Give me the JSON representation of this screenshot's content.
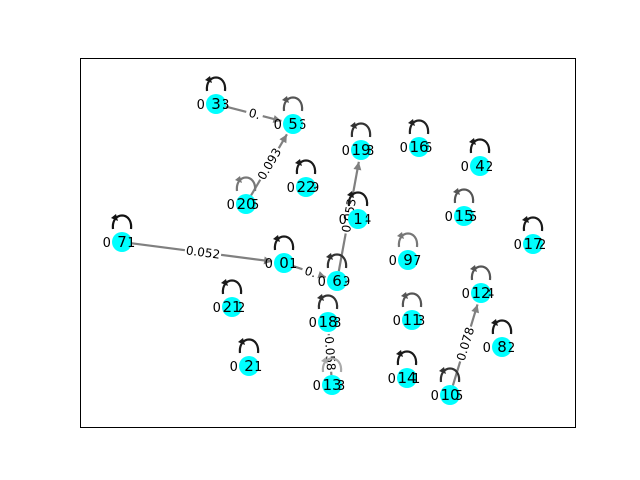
{
  "colors": {
    "node": "#00ffff",
    "edge": "#808080",
    "frame": "#000000",
    "background": "#ffffff"
  },
  "graph": {
    "nodes": [
      {
        "id": "0",
        "label": "0.1"
      },
      {
        "id": "1",
        "label": "0.4"
      },
      {
        "id": "2",
        "label": "0.1"
      },
      {
        "id": "3",
        "label": "0.8"
      },
      {
        "id": "4",
        "label": "0.2"
      },
      {
        "id": "5",
        "label": "0.6"
      },
      {
        "id": "6",
        "label": "0.9"
      },
      {
        "id": "7",
        "label": "0.1"
      },
      {
        "id": "8",
        "label": "0.2"
      },
      {
        "id": "9",
        "label": "0.7"
      },
      {
        "id": "10",
        "label": "0.5"
      },
      {
        "id": "11",
        "label": "0.3"
      },
      {
        "id": "12",
        "label": "0.4"
      },
      {
        "id": "13",
        "label": "0.3"
      },
      {
        "id": "14",
        "label": "0.1"
      },
      {
        "id": "15",
        "label": "0.5"
      },
      {
        "id": "16",
        "label": "0.6"
      },
      {
        "id": "17",
        "label": "0.2"
      },
      {
        "id": "18",
        "label": "0.8"
      },
      {
        "id": "19",
        "label": "0.8"
      },
      {
        "id": "20",
        "label": "0.5"
      },
      {
        "id": "21",
        "label": "0.2"
      },
      {
        "id": "22",
        "label": "0.9"
      }
    ],
    "edges": [
      {
        "source": "7",
        "target": "0",
        "label": "0.052"
      },
      {
        "source": "3",
        "target": "5",
        "label": "0."
      },
      {
        "source": "20",
        "target": "5",
        "label": "0.093"
      },
      {
        "source": "6",
        "target": "19",
        "label": "0.053"
      },
      {
        "source": "13",
        "target": "18",
        "label": "0.058"
      },
      {
        "source": "10",
        "target": "12",
        "label": "0.078"
      },
      {
        "source": "0",
        "target": "6",
        "label": "0."
      }
    ]
  }
}
